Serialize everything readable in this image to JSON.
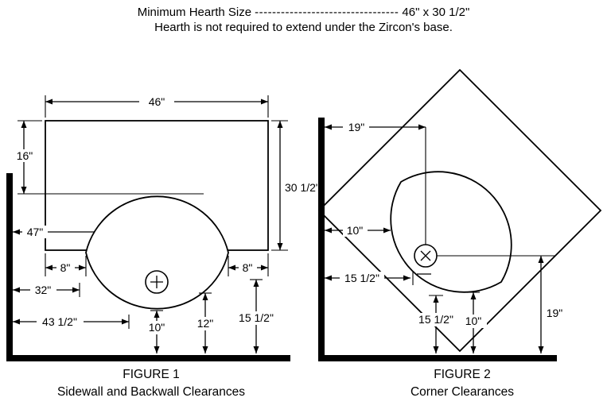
{
  "header": {
    "min_hearth_label": "Minimum Hearth Size",
    "min_hearth_dashes": "---------------------------------",
    "min_hearth_value": "46\" x 30 1/2\"",
    "note": "Hearth is not required to extend under the Zircon's base."
  },
  "figure1": {
    "title": "FIGURE 1",
    "subtitle": "Sidewall and Backwall Clearances",
    "dims": {
      "hearth_width": "46\"",
      "top_to_stove": "16\"",
      "hearth_depth": "30 1/2\"",
      "sidewall_47": "47\"",
      "hearth_side_left": "8\"",
      "hearth_side_right": "8\"",
      "sidewall_32": "32\"",
      "sidewall_43half": "43 1/2\"",
      "backwall_10": "10\"",
      "backwall_12": "12\"",
      "backwall_15half": "15 1/2\""
    }
  },
  "figure2": {
    "title": "FIGURE 2",
    "subtitle": "Corner Clearances",
    "dims": {
      "wall_to_center": "19\"",
      "wall_to_stove": "10\"",
      "wall_to_stove_15half": "15 1/2\"",
      "floor_15half": "15 1/2\"",
      "floor_10": "10\"",
      "floor_19": "19\""
    }
  }
}
